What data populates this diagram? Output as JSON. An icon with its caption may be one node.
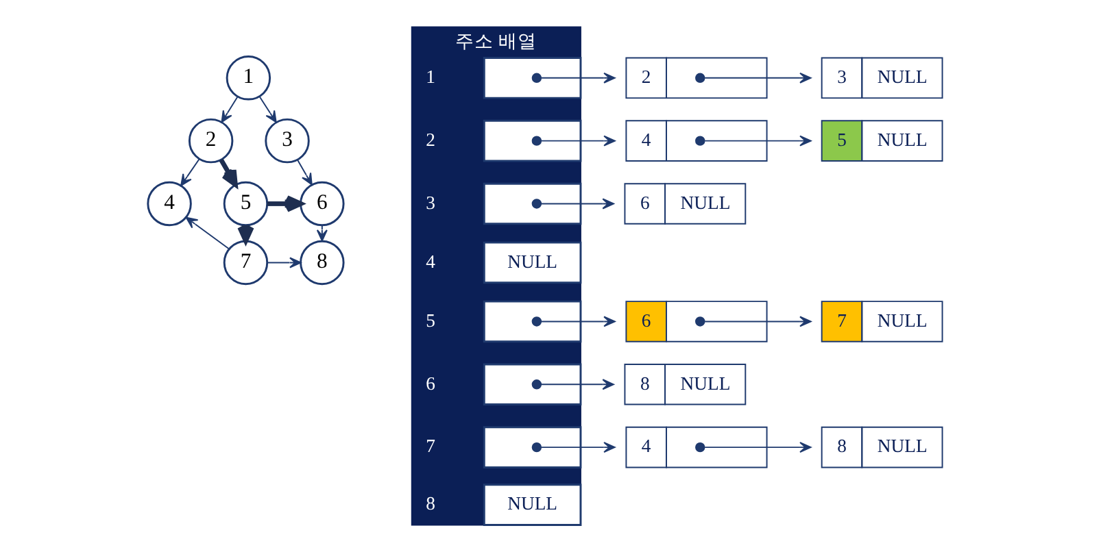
{
  "diagram": {
    "nodes": [
      {
        "text": [
          "1"
        ]
      },
      {
        "text": [
          "2"
        ]
      },
      {
        "text": [
          "3"
        ]
      },
      {
        "text": [
          "4"
        ]
      },
      {
        "text": [
          "5"
        ]
      },
      {
        "text": [
          "6"
        ]
      },
      {
        "text": [
          "7"
        ]
      },
      {
        "text": [
          "8"
        ]
      },
      {
        "text": [
          "주소 배열"
        ]
      },
      {
        "text": [
          "1"
        ],
        "in": 8
      },
      {
        "text": [],
        "shape": "box",
        "in": 8
      },
      {
        "text": [
          "2"
        ],
        "in": 8
      },
      {
        "text": [],
        "shape": "box",
        "in": 8
      },
      {
        "text": [
          "3"
        ],
        "in": 8
      },
      {
        "text": [],
        "shape": "box",
        "in": 8
      },
      {
        "text": [
          "4"
        ],
        "in": 8
      },
      {
        "text": [
          "NULL"
        ],
        "in": 8
      },
      {
        "text": [
          "5"
        ],
        "in": 8
      },
      {
        "text": [],
        "shape": "box",
        "in": 8
      },
      {
        "text": [
          "6"
        ],
        "in": 8
      },
      {
        "text": [],
        "shape": "box",
        "in": 8
      },
      {
        "text": [
          "7"
        ],
        "in": 8
      },
      {
        "text": [],
        "shape": "box",
        "in": 8
      },
      {
        "text": [
          "8"
        ],
        "in": 8
      },
      {
        "text": [
          "NULL"
        ],
        "in": 8
      },
      {
        "text": [
          "2"
        ]
      },
      {
        "text": [
          "3",
          "NULL"
        ]
      },
      {
        "text": [
          "4"
        ]
      },
      {
        "text": [
          "5",
          "NULL"
        ]
      },
      {
        "text": [
          "6",
          "NULL"
        ]
      },
      {
        "text": [
          "6"
        ]
      },
      {
        "text": [
          "7",
          "NULL"
        ]
      },
      {
        "text": [
          "8",
          "NULL"
        ]
      },
      {
        "text": [
          "4"
        ]
      },
      {
        "text": [
          "8",
          "NULL"
        ]
      }
    ],
    "edges": [
      {
        "from": 0,
        "to": 1,
        "arrow": "to"
      },
      {
        "from": 0,
        "to": 2,
        "arrow": "to"
      },
      {
        "from": 1,
        "to": 3,
        "arrow": "to"
      },
      {
        "from": 1,
        "to": 4,
        "arrow": "to",
        "style": "thick"
      },
      {
        "from": 2,
        "to": 5,
        "arrow": "to"
      },
      {
        "from": 4,
        "to": 5,
        "arrow": "to",
        "style": "thick"
      },
      {
        "from": 4,
        "to": 6,
        "arrow": "to",
        "style": "thick"
      },
      {
        "from": 6,
        "to": 3,
        "arrow": "to"
      },
      {
        "from": 5,
        "to": 7,
        "arrow": "to"
      },
      {
        "from": 6,
        "to": 7,
        "arrow": "to"
      },
      {
        "from": 10,
        "to": 25,
        "arrow": "to"
      },
      {
        "from": 25,
        "to": 26,
        "arrow": "to"
      },
      {
        "from": 12,
        "to": 27,
        "arrow": "to"
      },
      {
        "from": 27,
        "to": 28,
        "arrow": "to"
      },
      {
        "from": 14,
        "to": 29,
        "arrow": "to"
      },
      {
        "from": 18,
        "to": 30,
        "arrow": "to"
      },
      {
        "from": 30,
        "to": 31,
        "arrow": "to"
      },
      {
        "from": 20,
        "to": 32,
        "arrow": "to"
      },
      {
        "from": 22,
        "to": 33,
        "arrow": "to"
      },
      {
        "from": 33,
        "to": 34,
        "arrow": "to"
      }
    ]
  }
}
